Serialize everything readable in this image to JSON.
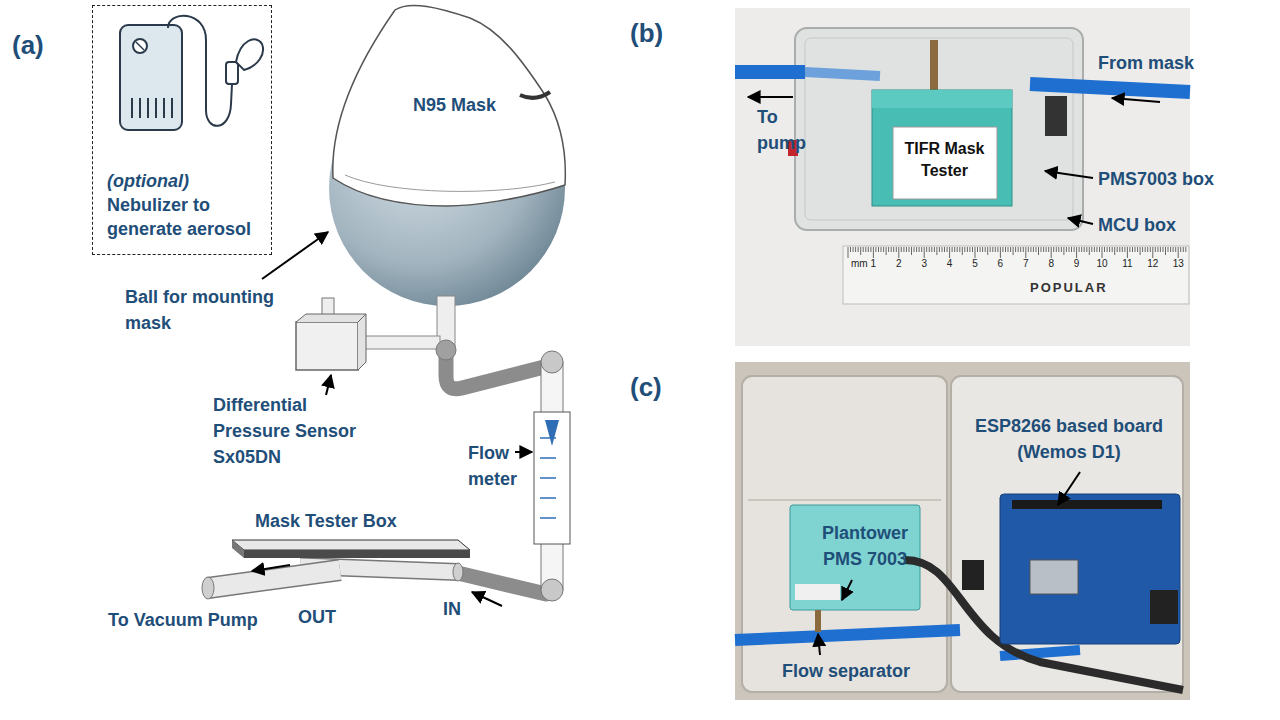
{
  "diagram": {
    "nodes": [
      {
        "text": [
          "(optional)",
          "Nebulizer to generate aerosol"
        ]
      }
    ],
    "labels": [
      "(a)",
      "N95 Mask",
      "Ball for mounting mask",
      "Differential Pressure Sensor Sx05DN",
      "Flow meter",
      "Mask Tester Box",
      "To Vacuum Pump",
      "OUT",
      "IN",
      "(b)",
      "To pump",
      "From mask",
      "TIFR Mask Tester",
      "PMS7003 box",
      "MCU box",
      "mm",
      "1",
      "2",
      "3",
      "4",
      "5",
      "6",
      "7",
      "8",
      "9",
      "10",
      "11",
      "12",
      "13",
      "POPULAR",
      "(c)",
      "Plantower PMS 7003",
      "ESP8266 based board (Wemos D1)",
      "Flow separator"
    ]
  }
}
